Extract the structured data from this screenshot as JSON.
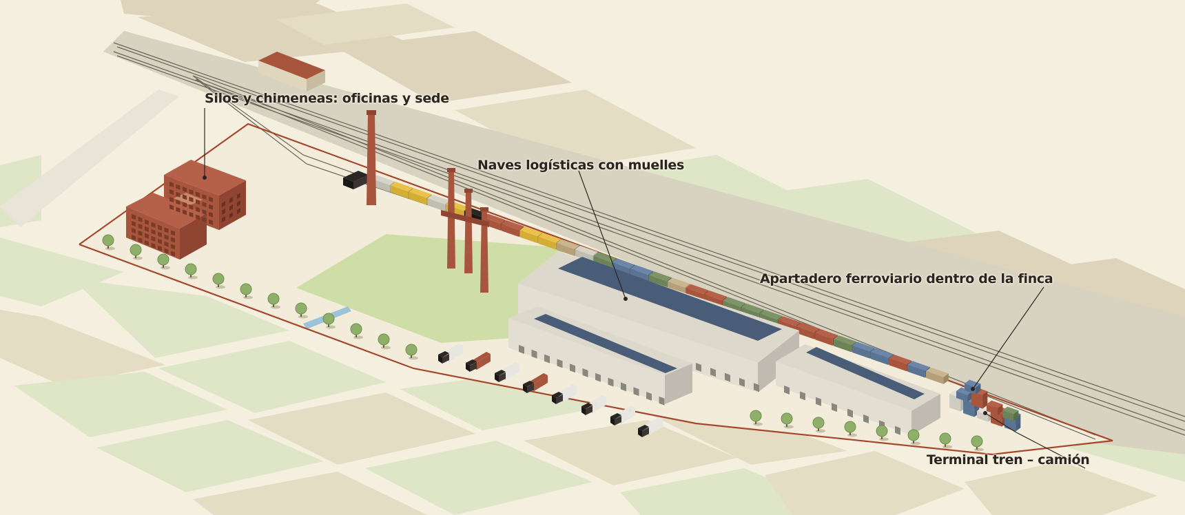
{
  "labels": {
    "silos": "Silos y chimeneas: oficinas y sede",
    "naves": "Naves logísticas con muelles",
    "apartadero": "Apartadero ferroviario dentro de la finca",
    "terminal": "Terminal tren – camión"
  },
  "colors": {
    "background": "#f5efe0",
    "block_tan": "#e5dcc4",
    "block_green": "#dfe6c8",
    "park_green": "#cfdea6",
    "rail_band": "#d8d2c0",
    "perimeter": "#a4472c",
    "brick": "#a8553d",
    "roof_panel": "#4a5d78",
    "warehouse": "#d6d3c8"
  }
}
